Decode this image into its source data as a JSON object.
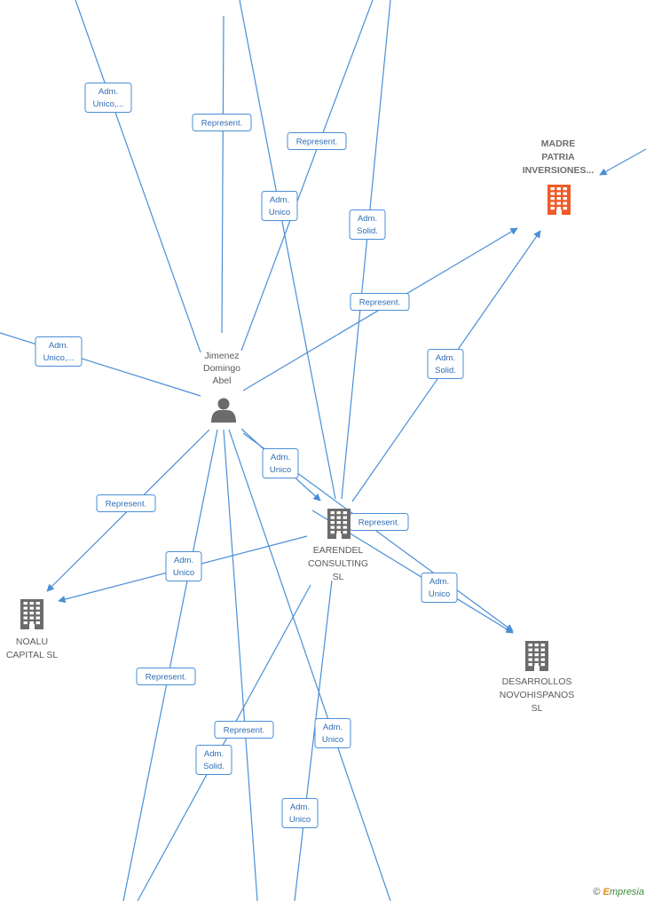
{
  "nodes": [
    {
      "id": "madre",
      "lines": [
        "MADRE",
        "PATRIA",
        "INVERSIONES..."
      ],
      "kind": "company",
      "color": "#f05a28",
      "highlight": true
    },
    {
      "id": "jimenez",
      "lines": [
        "Jimenez",
        "Domingo",
        "Abel"
      ],
      "kind": "person",
      "color": "#6b6b6b"
    },
    {
      "id": "earendel",
      "lines": [
        "EARENDEL",
        "CONSULTING",
        "SL"
      ],
      "kind": "company",
      "color": "#6b6b6b"
    },
    {
      "id": "noalu",
      "lines": [
        "NOALU",
        "CAPITAL SL"
      ],
      "kind": "company",
      "color": "#6b6b6b"
    },
    {
      "id": "desarrollos",
      "lines": [
        "DESARROLLOS",
        "NOVOHISPANOS",
        "SL"
      ],
      "kind": "company",
      "color": "#6b6b6b"
    }
  ],
  "edge_labels": [
    {
      "id": "l1",
      "lines": [
        "Adm.",
        "Unico,..."
      ]
    },
    {
      "id": "l2",
      "lines": [
        "Represent."
      ]
    },
    {
      "id": "l3",
      "lines": [
        "Represent."
      ]
    },
    {
      "id": "l4",
      "lines": [
        "Adm.",
        "Unico"
      ]
    },
    {
      "id": "l5",
      "lines": [
        "Adm.",
        "Solid."
      ]
    },
    {
      "id": "l6",
      "lines": [
        "Represent."
      ]
    },
    {
      "id": "l7",
      "lines": [
        "Adm.",
        "Unico,..."
      ]
    },
    {
      "id": "l8",
      "lines": [
        "Adm.",
        "Solid."
      ]
    },
    {
      "id": "l9",
      "lines": [
        "Adm.",
        "Unico"
      ]
    },
    {
      "id": "l10",
      "lines": [
        "Represent."
      ]
    },
    {
      "id": "l11",
      "lines": [
        "Represent."
      ]
    },
    {
      "id": "l12",
      "lines": [
        "Adm.",
        "Unico"
      ]
    },
    {
      "id": "l13",
      "lines": [
        "Adm.",
        "Unico"
      ]
    },
    {
      "id": "l14",
      "lines": [
        "Represent."
      ]
    },
    {
      "id": "l15",
      "lines": [
        "Represent."
      ]
    },
    {
      "id": "l16",
      "lines": [
        "Adm.",
        "Unico"
      ]
    },
    {
      "id": "l17",
      "lines": [
        "Adm.",
        "Solid."
      ]
    },
    {
      "id": "l18",
      "lines": [
        "Adm.",
        "Unico"
      ]
    }
  ],
  "colors": {
    "edge": "#4a8fd6",
    "label_text": "#2f6db5",
    "node_text": "#5a5a5a"
  },
  "footer": {
    "copyright": "©",
    "brand_initial": "E",
    "brand_rest": "mpresia"
  }
}
